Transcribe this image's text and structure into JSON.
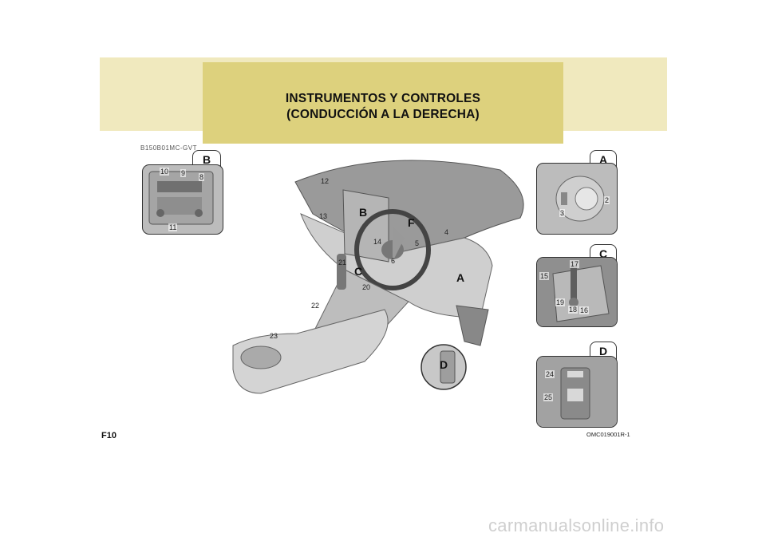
{
  "header": {
    "title_line1": "INSTRUMENTOS Y CONTROLES",
    "title_line2": "(CONDUCCIÓN A LA DERECHA)"
  },
  "small_code": "B150B01MC-GVT",
  "page_number": "F10",
  "figure_code": "OMC019001R-1",
  "footer_watermark": "carmanualsonline.info",
  "panels": {
    "B": {
      "label": "B",
      "callouts": [
        "10",
        "9",
        "8",
        "11"
      ]
    },
    "A": {
      "label": "A",
      "callouts": [
        "2",
        "3"
      ]
    },
    "C": {
      "label": "C",
      "callouts": [
        "17",
        "15",
        "19",
        "18",
        "16"
      ]
    },
    "D": {
      "label": "D",
      "callouts": [
        "24",
        "25"
      ]
    }
  },
  "main_figure": {
    "letters": [
      "B",
      "F",
      "C",
      "A",
      "D"
    ],
    "numbers": [
      "12",
      "13",
      "14",
      "4",
      "5",
      "6",
      "21",
      "20",
      "22",
      "23"
    ]
  },
  "colors": {
    "band": "#f0e9be",
    "title_box": "#ddd17d",
    "panel_bg": "#bcbcbc"
  }
}
